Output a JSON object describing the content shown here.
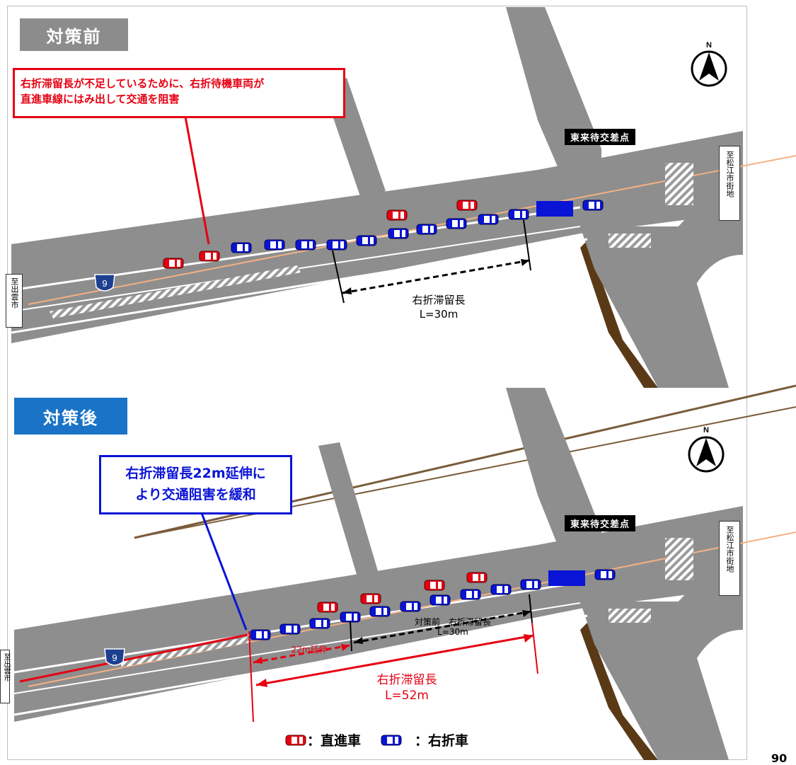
{
  "before": {
    "tag": "対策前",
    "callout_line1": "右折滞留長が不足しているために、右折待機車両が",
    "callout_line2": "直進車線にはみ出して交通を阻害",
    "intersection": "東来待交差点",
    "dest_right": "至松江市街地",
    "dest_left": "至出雲市",
    "route_no": "9",
    "length_label": "右折滞留長",
    "length_value": "L=30m"
  },
  "after": {
    "tag": "対策後",
    "callout_line1": "右折滞留長22m延伸に",
    "callout_line2": "より交通阻害を緩和",
    "intersection": "東来待交差点",
    "dest_right": "至松江市街地",
    "dest_left": "至出雲市",
    "route_no": "9",
    "old_label": "対策前　右折滞留長",
    "old_value": "L=30m",
    "ext_label": "22m延伸",
    "new_label": "右折滞留長",
    "new_value": "L=52m"
  },
  "compass": "N",
  "legend": {
    "straight": "：直進車",
    "right_turn": "：右折車"
  },
  "colors": {
    "straight_car": "#e60012",
    "right_turn_car": "#0a14d6",
    "road": "#8e8e8e",
    "before_tag": "#8c8c8c",
    "after_tag": "#1a73c6"
  },
  "page_number": "90"
}
